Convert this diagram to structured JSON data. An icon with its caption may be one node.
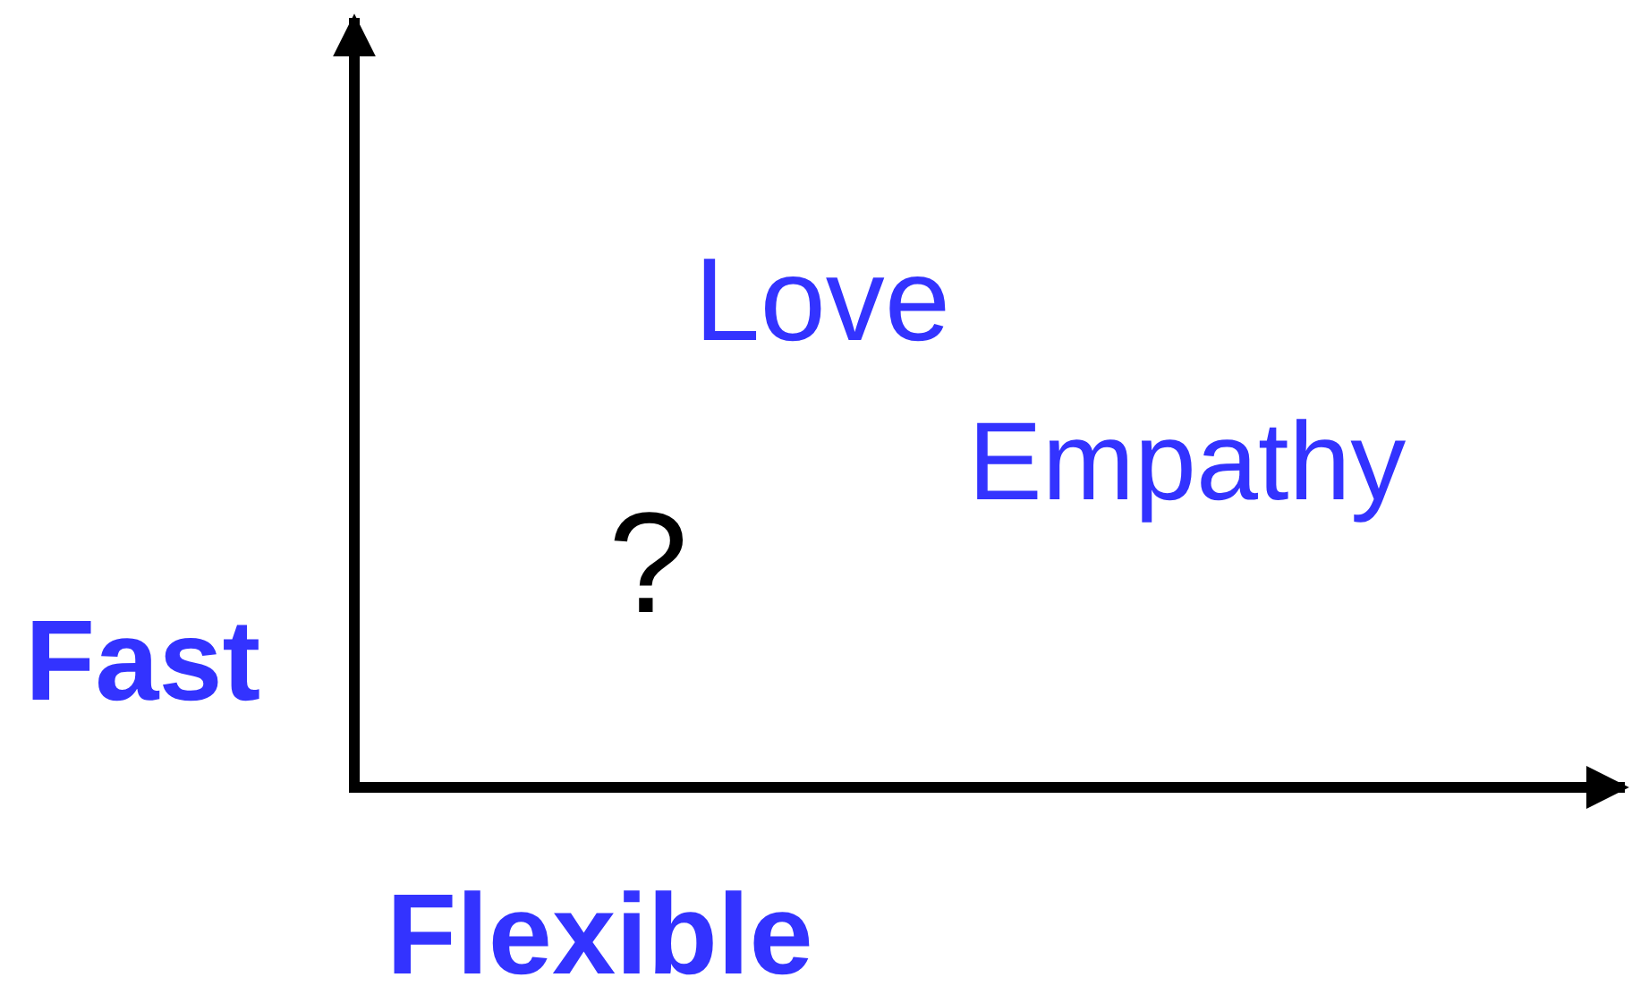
{
  "diagram": {
    "labels": [
      "Love",
      "Empathy",
      "?",
      "Fast",
      "Flexible"
    ]
  }
}
